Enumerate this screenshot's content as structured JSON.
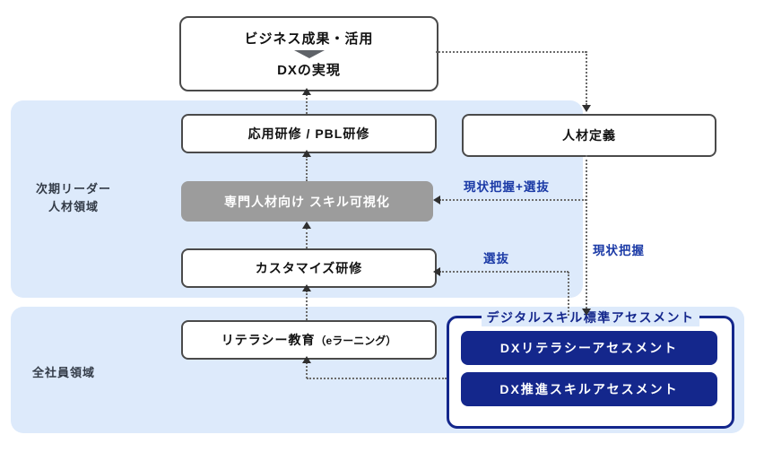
{
  "colors": {
    "panel": "#ddeafb",
    "navy": "#14278c",
    "gray_box": "#9c9c9c",
    "label_blue": "#1b3aa6",
    "line": "#6b6b6b"
  },
  "top_box": {
    "line1": "ビジネス成果・活用",
    "line2": "DXの実現"
  },
  "regions": {
    "leader": {
      "line1": "次期リーダー",
      "line2": "人材領域"
    },
    "all_staff": {
      "label": "全社員領域"
    }
  },
  "boxes": {
    "applied_training": "応用研修 / PBL研修",
    "skill_visualization": "専門人材向け スキル可視化",
    "customized_training": "カスタマイズ研修",
    "literacy_main": "リテラシー教育",
    "literacy_sub": "（eラーニング）",
    "talent_definition": "人材定義"
  },
  "assessment": {
    "title": "デジタルスキル標準アセスメント",
    "buttons": [
      "DXリテラシーアセスメント",
      "DX推進スキルアセスメント"
    ]
  },
  "edge_labels": {
    "grasp_select": "現状把握+選抜",
    "select": "選抜",
    "grasp": "現状把握"
  }
}
